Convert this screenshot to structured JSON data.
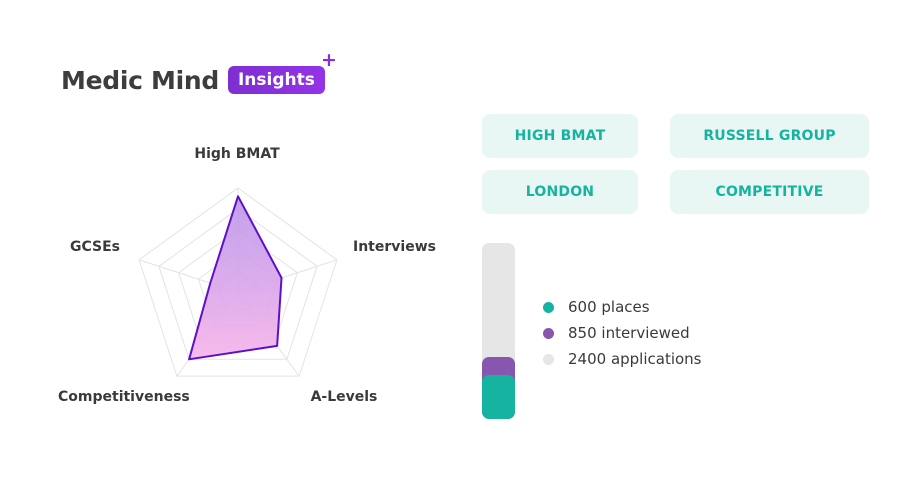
{
  "brand": {
    "name": "Medic Mind",
    "badge": "Insights",
    "badge_mark": "+"
  },
  "colors": {
    "accent_purple": "#8a2be2",
    "radar_stroke": "#5f0fc7",
    "radar_fill_top": "#b48ae8",
    "radar_fill_bottom": "#f7b7ea",
    "teal": "#16b3a0",
    "chip_bg": "#e8f6f4",
    "bar_purple": "#8756ae",
    "bar_teal": "#16b3a0",
    "bar_track": "#e6e6e6"
  },
  "chips": [
    "HIGH BMAT",
    "RUSSELL GROUP",
    "LONDON",
    "COMPETITIVE"
  ],
  "chart_data": [
    {
      "type": "radar",
      "axes": [
        "High BMAT",
        "Interviews",
        "A-Levels",
        "Competitiveness",
        "GCSEs"
      ],
      "max": 5,
      "series": [
        {
          "values": [
            4.6,
            2.2,
            3.2,
            4.0,
            1.4
          ]
        }
      ],
      "grid_levels": 5
    },
    {
      "type": "bar",
      "stacked": true,
      "categories": [
        "applications"
      ],
      "series": [
        {
          "name": "600 places",
          "value": 600,
          "color": "#16b3a0"
        },
        {
          "name": "850 interviewed",
          "value": 850,
          "color": "#8756ae"
        },
        {
          "name": "2400 applications",
          "value": 2400,
          "color": "#e6e6e6"
        }
      ]
    }
  ]
}
